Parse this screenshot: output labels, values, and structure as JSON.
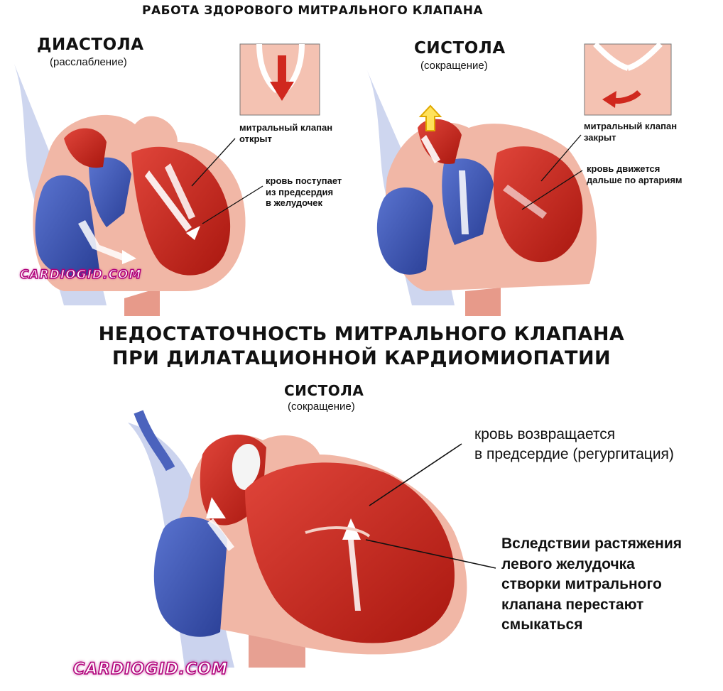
{
  "top_title": "РАБОТА ЗДОРОВОГО МИТРАЛЬНОГО КЛАПАНА",
  "diastole": {
    "title": "ДИАСТОЛА",
    "subtitle": "(расслабление)",
    "label_valve": [
      "митральный клапан",
      "открыт"
    ],
    "label_blood": [
      "кровь поступает",
      "из предсердия",
      "в желудочек"
    ]
  },
  "systole_top": {
    "title": "СИСТОЛА",
    "subtitle": "(сокращение)",
    "label_valve": [
      "митральный клапан",
      "закрыт"
    ],
    "label_blood": [
      "кровь движется",
      "дальше по артариям"
    ]
  },
  "middle_title": [
    "НЕДОСТАТОЧНОСТЬ МИТРАЛЬНОГО КЛАПАНА",
    "ПРИ ДИЛАТАЦИОННОЙ КАРДИОМИОПАТИИ"
  ],
  "systole_bottom": {
    "title": "СИСТОЛА",
    "subtitle": "(сокращение)",
    "label_regurg": [
      "кровь возвращается",
      "в предсердие (регургитация)"
    ],
    "label_cause": [
      "Вследствии растяжения",
      "левого желудочка",
      "створки митрального",
      "клапана перестают",
      "смыкаться"
    ]
  },
  "watermark_top": "CARDIOGID.COM",
  "watermark_bottom": "CARDIOGID.COM",
  "colors": {
    "blue": "#3a55b0",
    "red": "#c8281e",
    "pink": "#f2b6a6",
    "inset_bg": "#f4c2b2",
    "arrow_red": "#d0281e"
  }
}
